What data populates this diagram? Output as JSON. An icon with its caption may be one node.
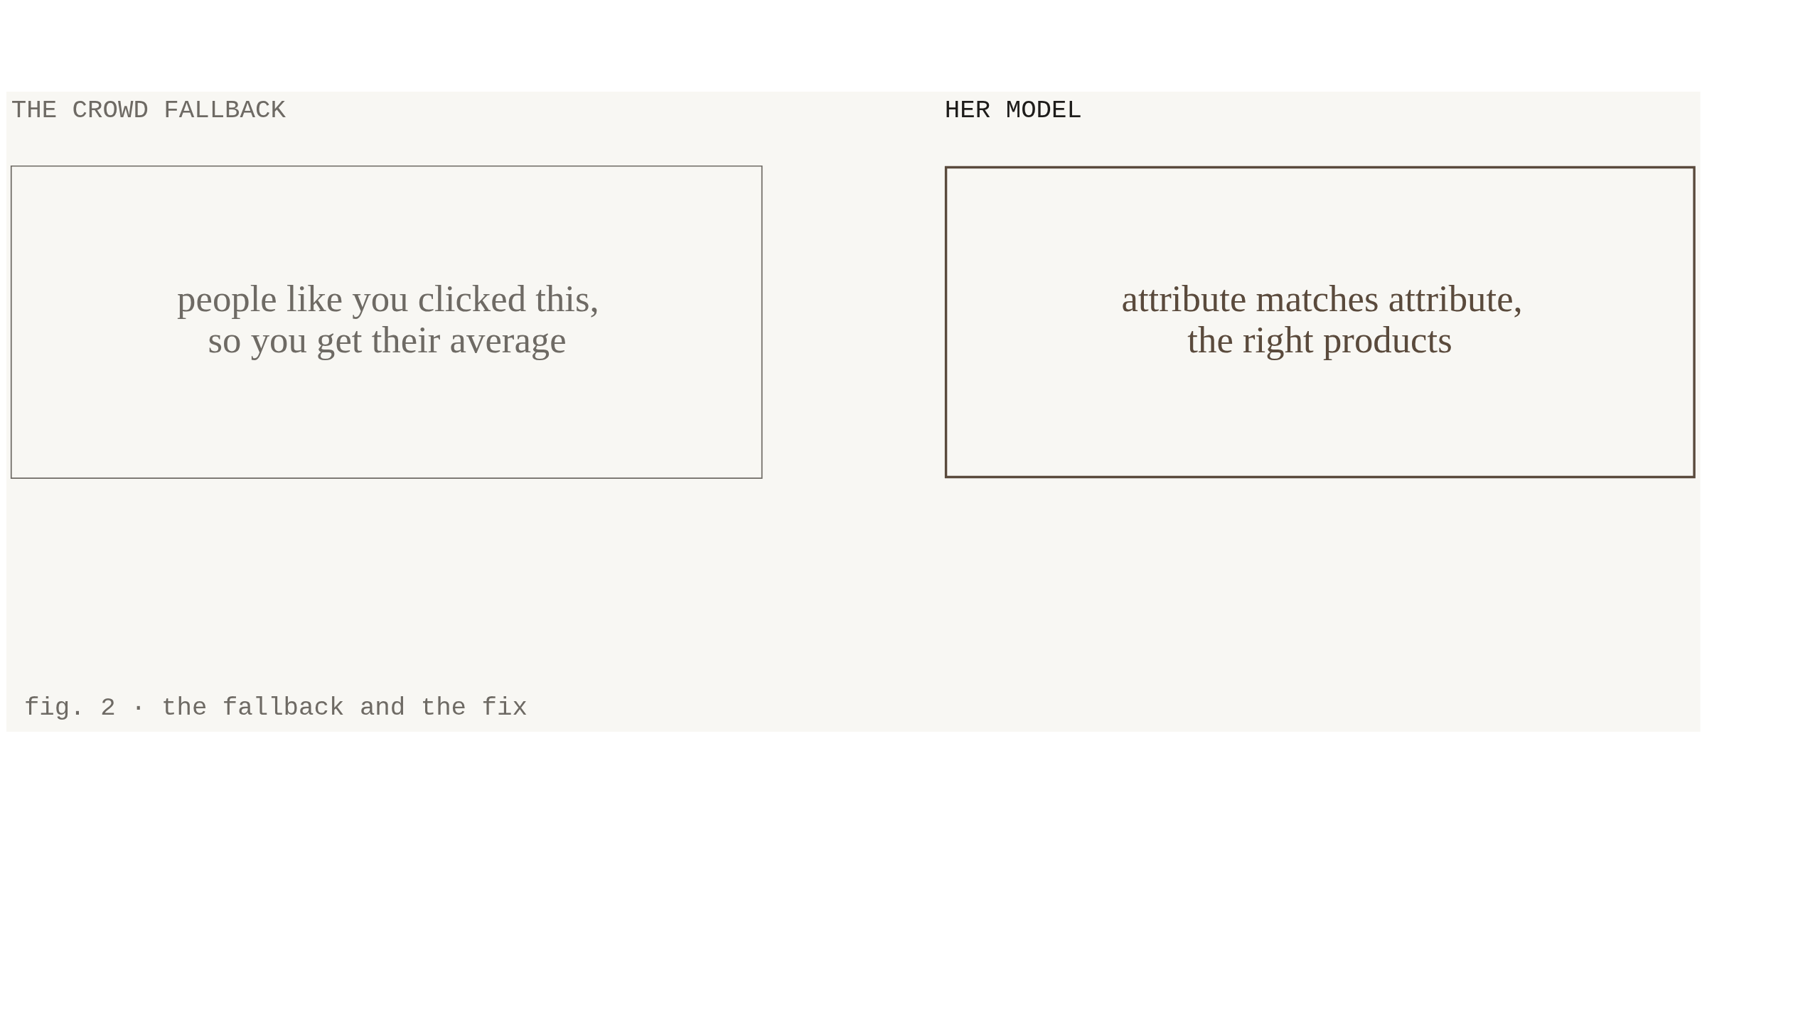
{
  "diagram": {
    "caption": "fig. 2 · the fallback and the fix",
    "nodes": [
      {
        "text": [
          "THE CROWD FALLBACK",
          "people like you clicked this, so you get their average"
        ]
      },
      {
        "text": [
          "HER MODEL",
          "attribute matches attribute, the right products"
        ]
      }
    ]
  }
}
